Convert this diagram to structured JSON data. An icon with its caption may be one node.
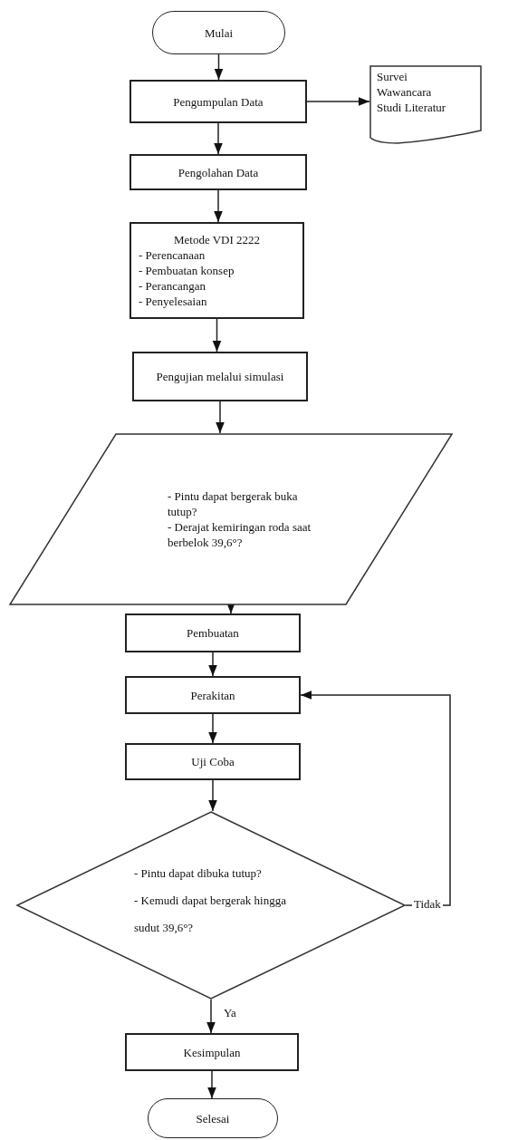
{
  "diagram": {
    "nodes": [
      {
        "text": [
          "Mulai"
        ]
      },
      {
        "text": [
          "Pengumpulan Data"
        ]
      },
      {
        "text": [
          "Survei",
          "Wawancara",
          "Studi Literatur"
        ]
      },
      {
        "text": [
          "Pengolahan Data"
        ]
      },
      {
        "text": [
          "Metode VDI 2222",
          "- Perencanaan",
          "- Pembuatan konsep",
          "- Perancangan",
          "- Penyelesaian"
        ]
      },
      {
        "text": [
          "Pengujian melalui simulasi"
        ]
      },
      {
        "text": [
          "- Pintu dapat bergerak buka tutup?",
          "- Derajat kemiringan roda saat berbelok 39,6°?"
        ]
      },
      {
        "text": [
          "Pembuatan"
        ]
      },
      {
        "text": [
          "Perakitan"
        ]
      },
      {
        "text": [
          "Uji Coba"
        ]
      },
      {
        "text": [
          "- Pintu dapat dibuka tutup?",
          "- Kemudi dapat bergerak hingga sudut 39,6°?"
        ]
      },
      {
        "text": [
          "Kesimpulan"
        ]
      },
      {
        "text": [
          "Selesai"
        ]
      }
    ],
    "edges": [
      {
        "from": 0,
        "to": 1,
        "arrow": "to"
      },
      {
        "from": 1,
        "to": 2,
        "arrow": "to"
      },
      {
        "from": 1,
        "to": 3,
        "arrow": "to"
      },
      {
        "from": 3,
        "to": 4,
        "arrow": "to"
      },
      {
        "from": 4,
        "to": 5,
        "arrow": "to"
      },
      {
        "from": 5,
        "to": 6,
        "arrow": "to"
      },
      {
        "from": 6,
        "to": 7,
        "arrow": "to"
      },
      {
        "from": 7,
        "to": 8,
        "arrow": "to"
      },
      {
        "from": 8,
        "to": 9,
        "arrow": "to"
      },
      {
        "from": 9,
        "to": 10,
        "arrow": "to"
      },
      {
        "from": 10,
        "to": 8,
        "arrow": "to",
        "label": "Tidak"
      },
      {
        "from": 10,
        "to": 11,
        "arrow": "to",
        "label": "Ya"
      },
      {
        "from": 11,
        "to": 12,
        "arrow": "to"
      }
    ]
  }
}
